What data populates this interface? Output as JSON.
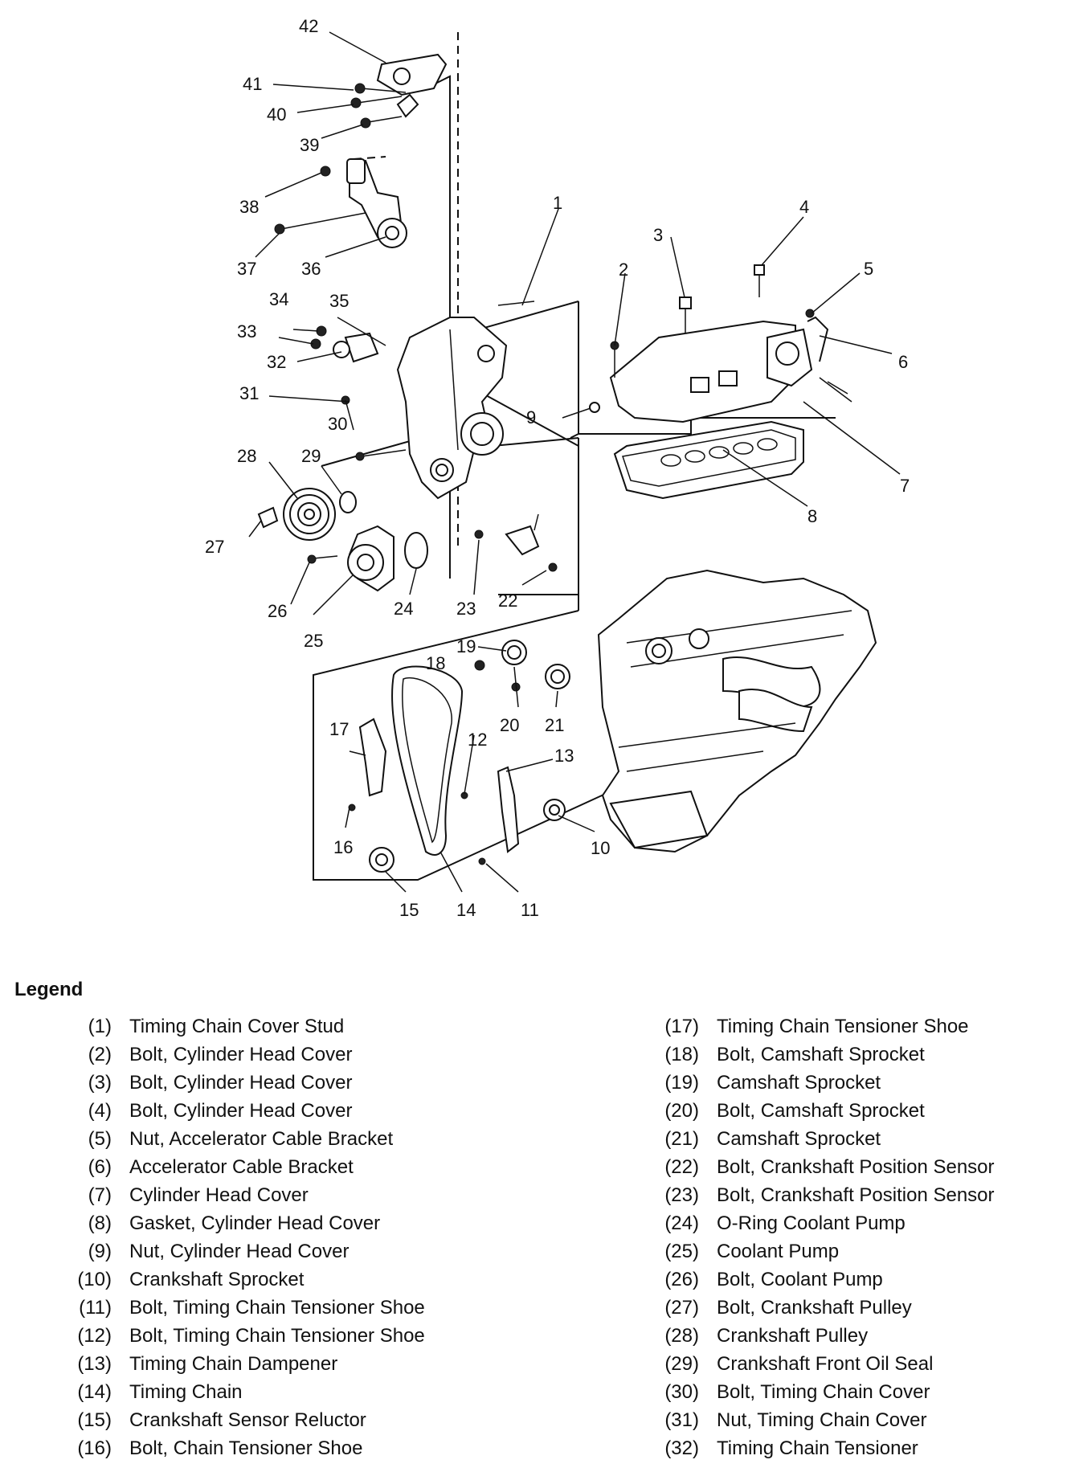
{
  "legend": {
    "title": "Legend",
    "left": [
      {
        "num": "(1)",
        "label": "Timing Chain Cover Stud"
      },
      {
        "num": "(2)",
        "label": "Bolt, Cylinder Head Cover"
      },
      {
        "num": "(3)",
        "label": "Bolt, Cylinder Head Cover"
      },
      {
        "num": "(4)",
        "label": "Bolt, Cylinder Head Cover"
      },
      {
        "num": "(5)",
        "label": "Nut, Accelerator Cable Bracket"
      },
      {
        "num": "(6)",
        "label": "Accelerator Cable Bracket"
      },
      {
        "num": "(7)",
        "label": "Cylinder Head Cover"
      },
      {
        "num": "(8)",
        "label": "Gasket, Cylinder Head Cover"
      },
      {
        "num": "(9)",
        "label": "Nut, Cylinder Head Cover"
      },
      {
        "num": "(10)",
        "label": "Crankshaft Sprocket"
      },
      {
        "num": "(11)",
        "label": "Bolt, Timing Chain Tensioner Shoe"
      },
      {
        "num": "(12)",
        "label": "Bolt, Timing Chain Tensioner Shoe"
      },
      {
        "num": "(13)",
        "label": "Timing Chain Dampener"
      },
      {
        "num": "(14)",
        "label": "Timing Chain"
      },
      {
        "num": "(15)",
        "label": "Crankshaft Sensor Reluctor"
      },
      {
        "num": "(16)",
        "label": "Bolt, Chain Tensioner Shoe"
      }
    ],
    "right": [
      {
        "num": "(17)",
        "label": "Timing Chain Tensioner Shoe"
      },
      {
        "num": "(18)",
        "label": "Bolt, Camshaft Sprocket"
      },
      {
        "num": "(19)",
        "label": "Camshaft Sprocket"
      },
      {
        "num": "(20)",
        "label": "Bolt, Camshaft Sprocket"
      },
      {
        "num": "(21)",
        "label": "Camshaft Sprocket"
      },
      {
        "num": "(22)",
        "label": "Bolt, Crankshaft Position Sensor"
      },
      {
        "num": "(23)",
        "label": "Bolt, Crankshaft Position Sensor"
      },
      {
        "num": "(24)",
        "label": "O-Ring Coolant Pump"
      },
      {
        "num": "(25)",
        "label": "Coolant Pump"
      },
      {
        "num": "(26)",
        "label": "Bolt, Coolant Pump"
      },
      {
        "num": "(27)",
        "label": "Bolt, Crankshaft Pulley"
      },
      {
        "num": "(28)",
        "label": "Crankshaft Pulley"
      },
      {
        "num": "(29)",
        "label": "Crankshaft Front Oil Seal"
      },
      {
        "num": "(30)",
        "label": "Bolt, Timing Chain Cover"
      },
      {
        "num": "(31)",
        "label": "Nut, Timing Chain Cover"
      },
      {
        "num": "(32)",
        "label": "Timing Chain Tensioner"
      }
    ]
  },
  "callouts": [
    "1",
    "2",
    "3",
    "4",
    "5",
    "6",
    "7",
    "8",
    "9",
    "10",
    "11",
    "12",
    "13",
    "14",
    "15",
    "16",
    "17",
    "18",
    "19",
    "20",
    "21",
    "22",
    "23",
    "24",
    "25",
    "26",
    "27",
    "28",
    "29",
    "30",
    "31",
    "32",
    "33",
    "34",
    "35",
    "36",
    "37",
    "38",
    "39",
    "40",
    "41",
    "42"
  ]
}
